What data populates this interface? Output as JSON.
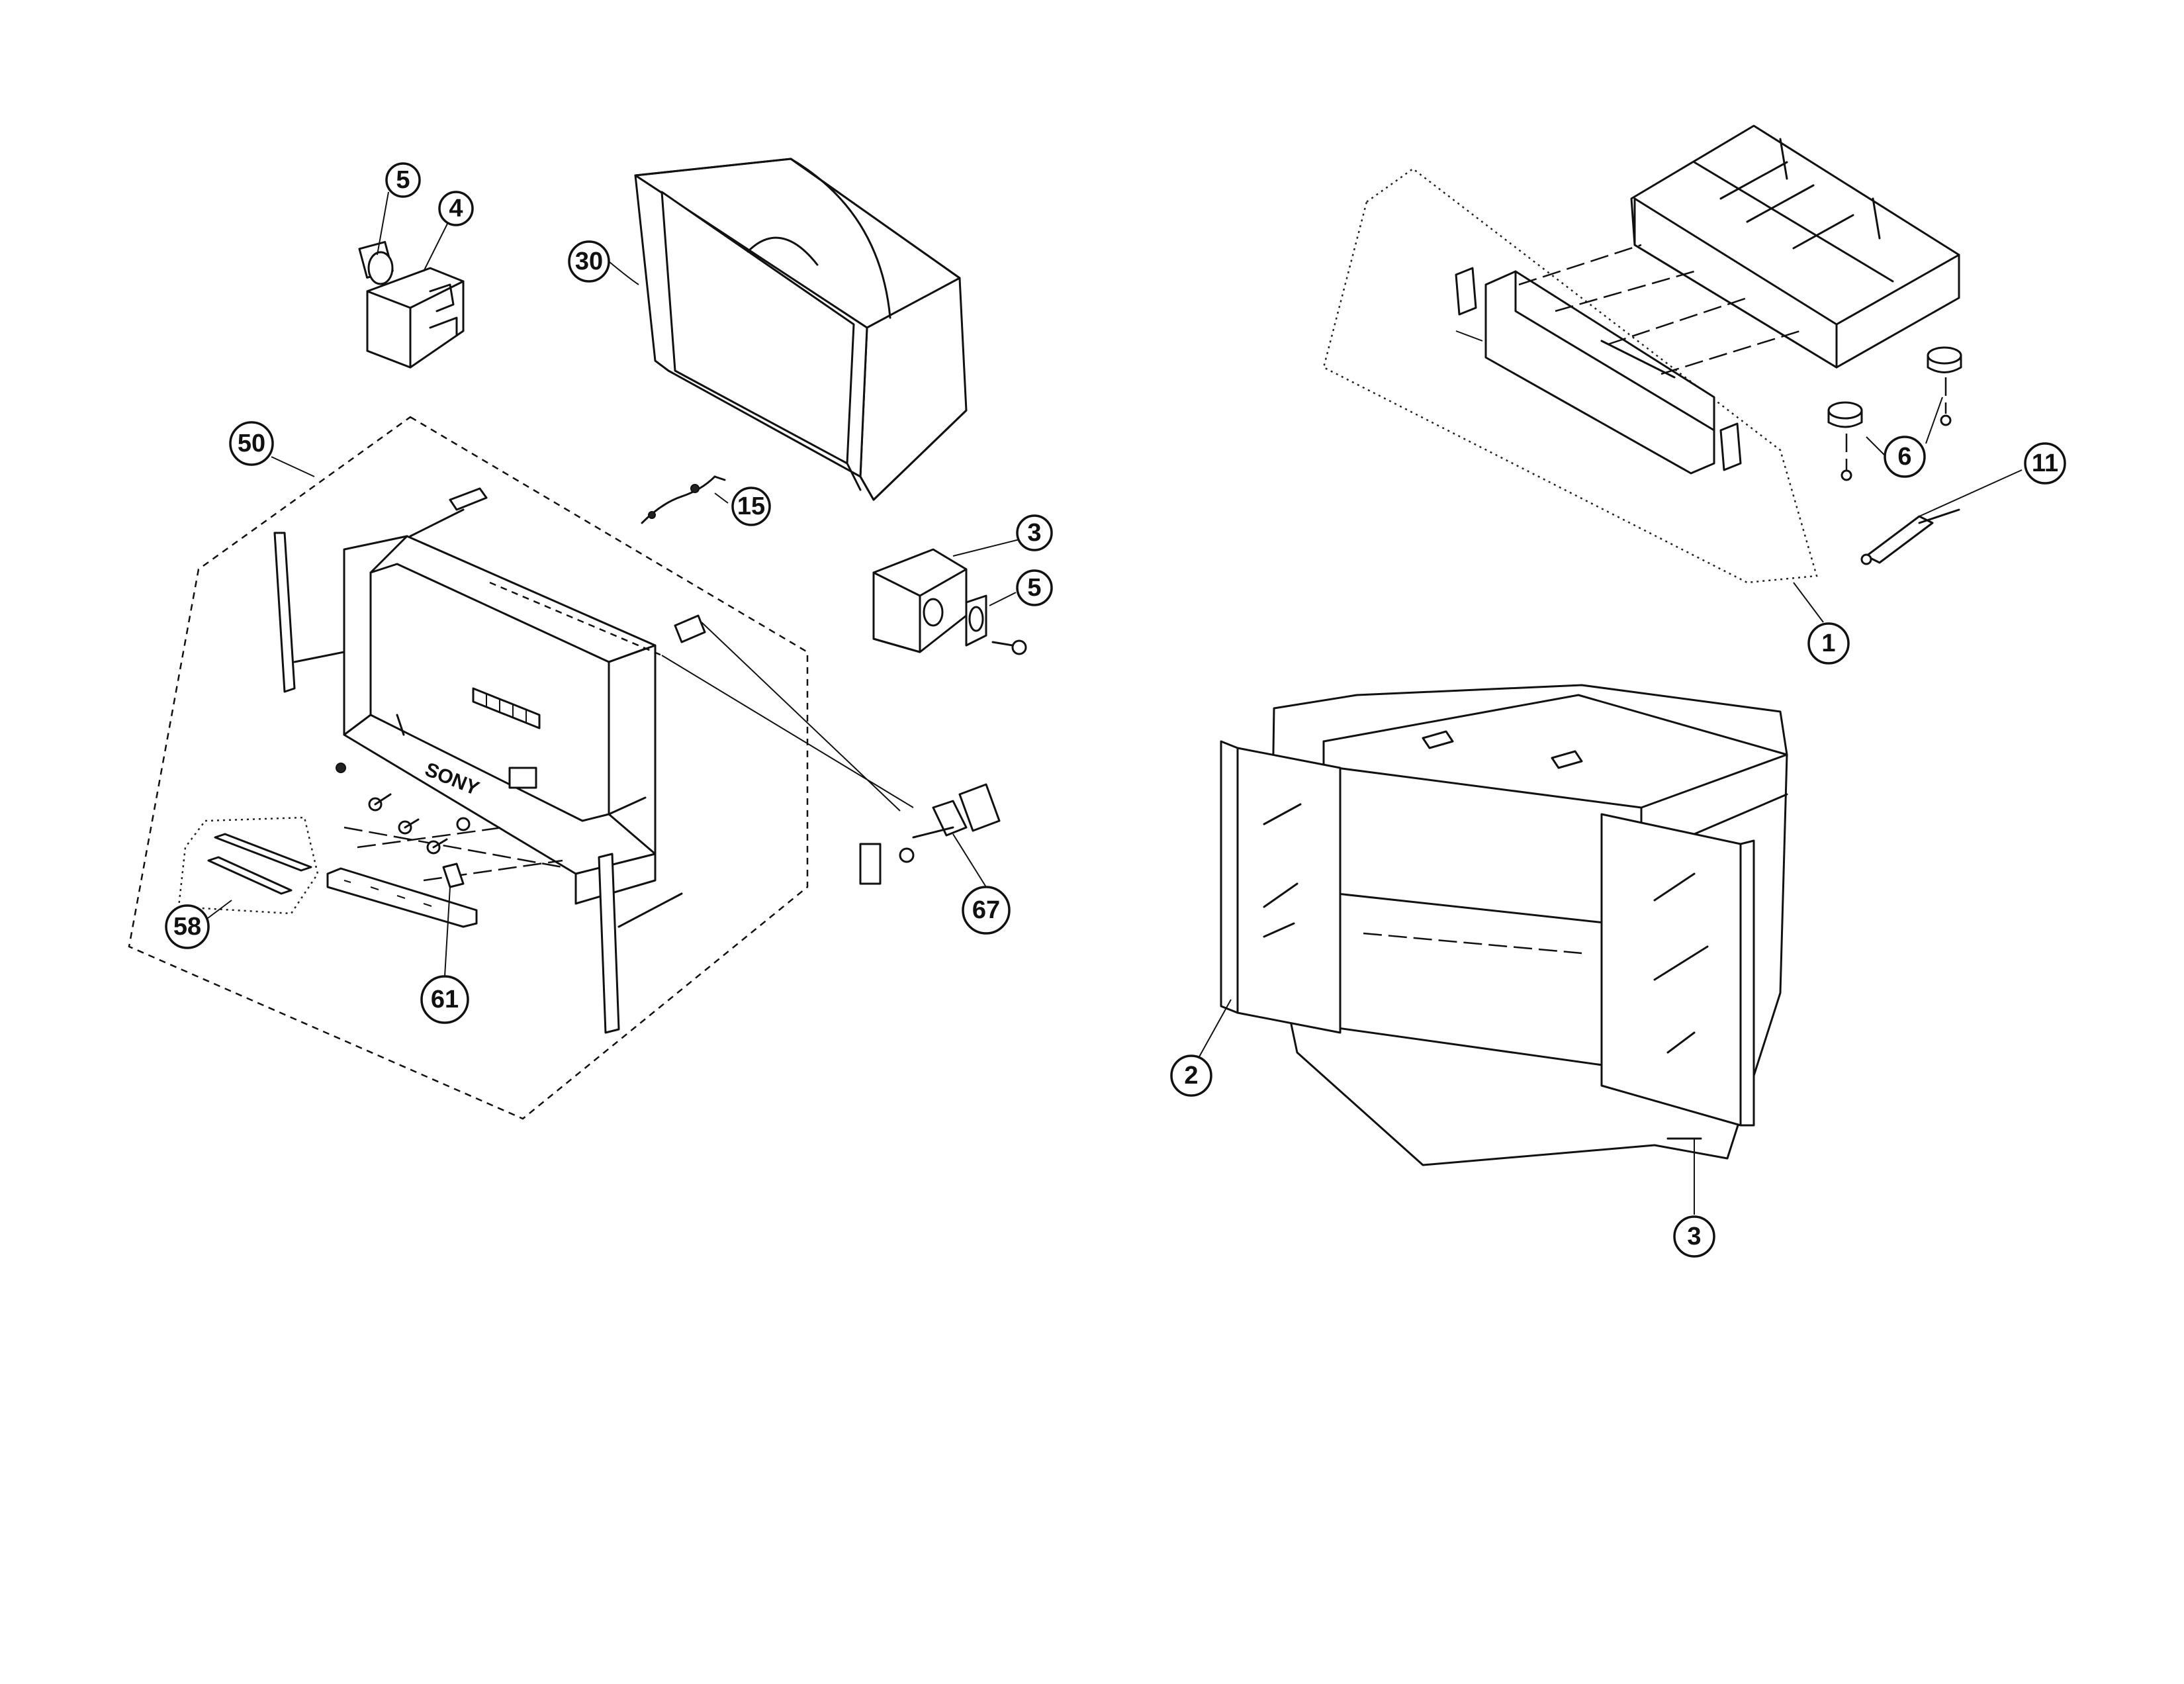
{
  "diagram": {
    "brand_marking": "SONY",
    "left_assembly": {
      "callouts": [
        "5",
        "4",
        "30",
        "50",
        "15",
        "3",
        "5",
        "67",
        "58",
        "61"
      ]
    },
    "right_top_assembly": {
      "callouts": [
        "1",
        "6",
        "11"
      ]
    },
    "right_bottom_assembly": {
      "callouts": [
        "2",
        "3"
      ]
    }
  }
}
